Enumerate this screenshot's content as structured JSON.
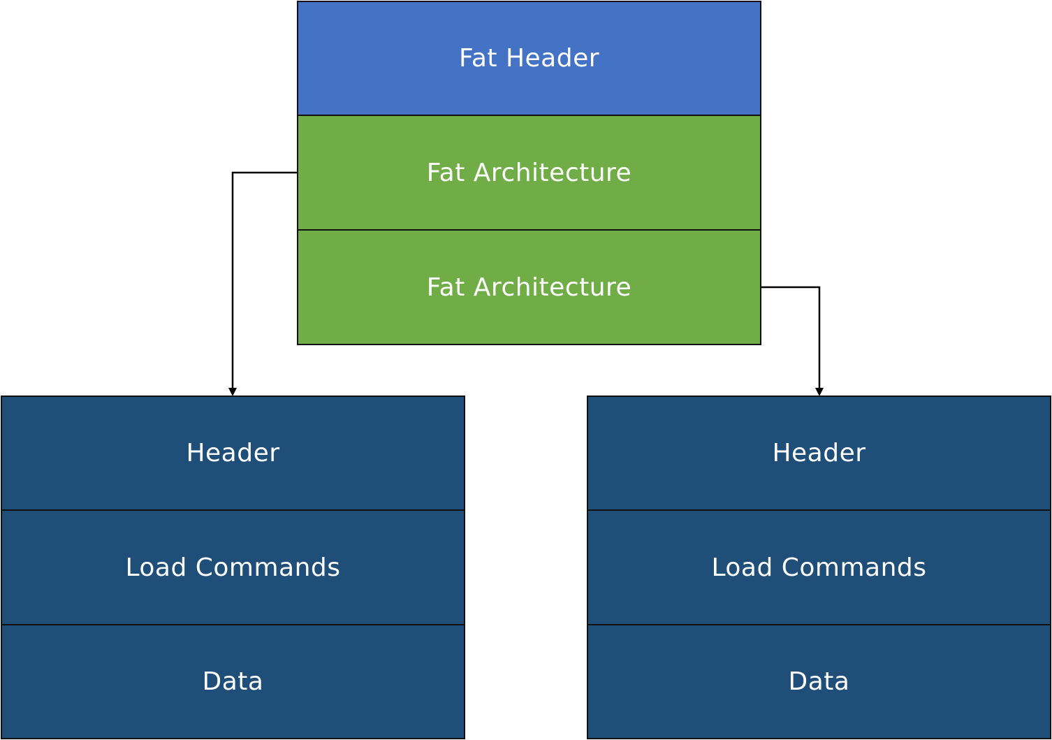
{
  "colors": {
    "fat_header": "#4472C4",
    "fat_arch": "#70AD47",
    "binary": "#1F4E79",
    "border": "#111111",
    "text": "#FFFFFF"
  },
  "fat_file": {
    "header": "Fat Header",
    "arch_1": "Fat Architecture",
    "arch_2": "Fat Architecture"
  },
  "binary_left": {
    "header": "Header",
    "load_commands": "Load Commands",
    "data": "Data"
  },
  "binary_right": {
    "header": "Header",
    "load_commands": "Load Commands",
    "data": "Data"
  }
}
